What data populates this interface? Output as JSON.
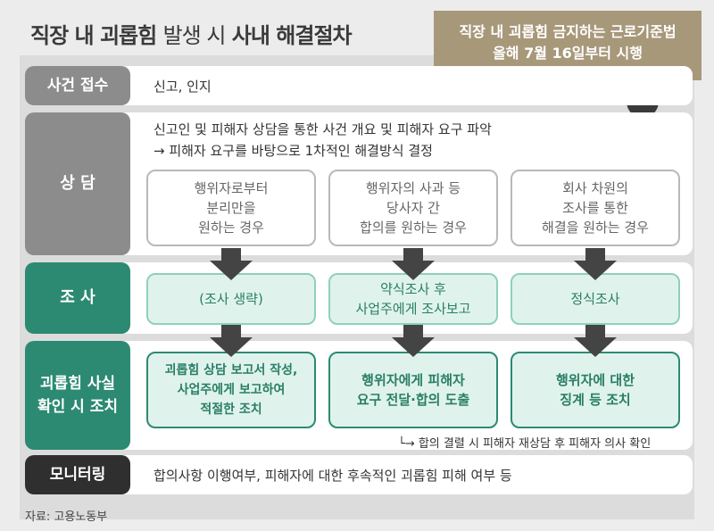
{
  "title": {
    "bold_part": "직장 내 괴롭힘",
    "light_part": "발생 시",
    "tail": "사내 해결절차"
  },
  "banner": {
    "line1": "직장 내 괴롭힘 금지하는 근로기준법",
    "line2": "올해 7월 16일부터 시행"
  },
  "rows": {
    "intake": {
      "label": "사건 접수",
      "text": "신고, 인지"
    },
    "consult": {
      "label": "상 담",
      "text1": "신고인 및 피해자 상담을 통한 사건 개요 및 피해자 요구 파악",
      "text2": "→ 피해자 요구를 바탕으로 1차적인 해결방식 결정",
      "boxes": [
        "행위자로부터\n분리만을\n원하는 경우",
        "행위자의 사과 등\n당사자 간\n합의를 원하는 경우",
        "회사 차원의\n조사를 통한\n해결을 원하는 경우"
      ]
    },
    "investigate": {
      "label": "조 사",
      "boxes": [
        "(조사 생략)",
        "약식조사 후\n사업주에게 조사보고",
        "정식조사"
      ]
    },
    "action": {
      "label": "괴롭힘 사실\n확인 시 조치",
      "boxes": [
        "괴롭힘 상담 보고서 작성,\n사업주에게 보고하여\n적절한 조치",
        "행위자에게 피해자\n요구 전달·합의 도출",
        "행위자에 대한\n징계 등 조치"
      ],
      "note": "└→ 합의 결렬 시 피해자 재상담 후 피해자 의사 확인"
    },
    "monitor": {
      "label": "모니터링",
      "text": "합의사항 이행여부, 피해자에 대한 후속적인 괴롭힘 피해 여부 등"
    }
  },
  "source": "자료: 고용노동부",
  "colors": {
    "green": "#2c8a72",
    "gray_label": "#8c8c8c",
    "dark_label": "#2f2f2f",
    "banner": "#a8987a"
  }
}
